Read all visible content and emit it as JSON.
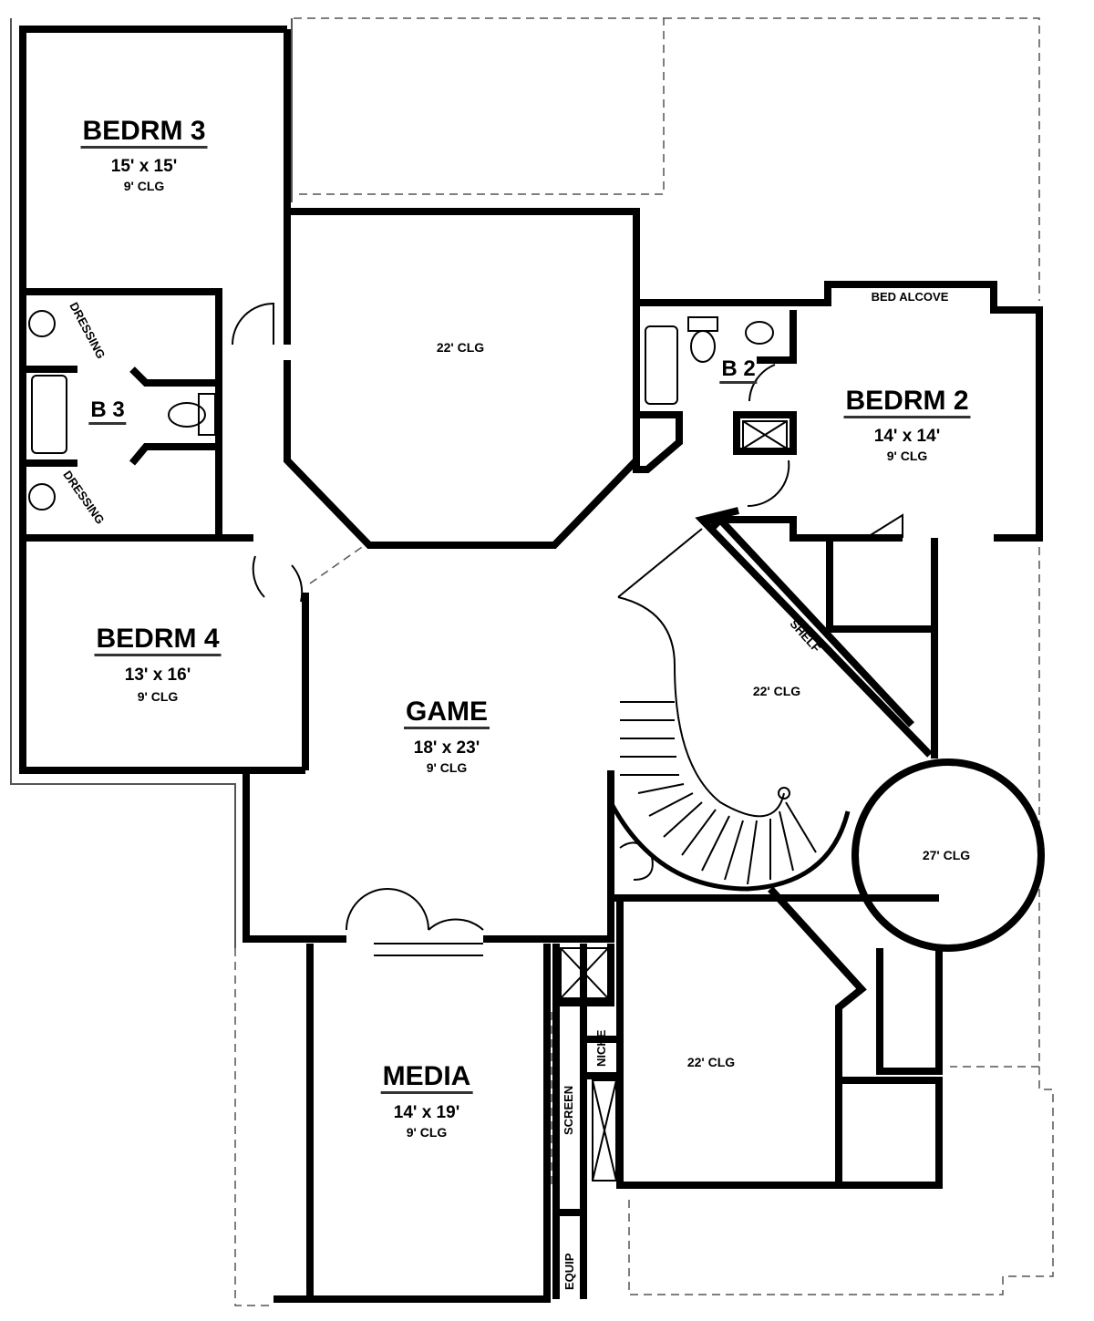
{
  "rooms": {
    "bedrm3": {
      "name": "BEDRM 3",
      "size": "15' x 15'",
      "ceiling": "9' CLG"
    },
    "bedrm2": {
      "name": "BEDRM 2",
      "size": "14' x 14'",
      "ceiling": "9' CLG"
    },
    "bedrm4": {
      "name": "BEDRM 4",
      "size": "13' x 16'",
      "ceiling": "9' CLG"
    },
    "game": {
      "name": "GAME",
      "size": "18' x 23'",
      "ceiling": "9' CLG"
    },
    "media": {
      "name": "MEDIA",
      "size": "14' x 19'",
      "ceiling": "9' CLG"
    },
    "b3": {
      "name": "B 3"
    },
    "b2": {
      "name": "B 2"
    },
    "open_center": {
      "ceiling": "22' CLG"
    },
    "stair_open": {
      "ceiling": "22' CLG"
    },
    "rotunda": {
      "ceiling": "27' CLG"
    },
    "lower_right": {
      "ceiling": "22' CLG"
    }
  },
  "annotations": {
    "dressing_top": "DRESSING",
    "dressing_bottom": "DRESSING",
    "bed_alcove": "BED ALCOVE",
    "shelf": "SHELF",
    "niche": "NICHE",
    "screen": "SCREEN",
    "equip": "EQUIP"
  }
}
